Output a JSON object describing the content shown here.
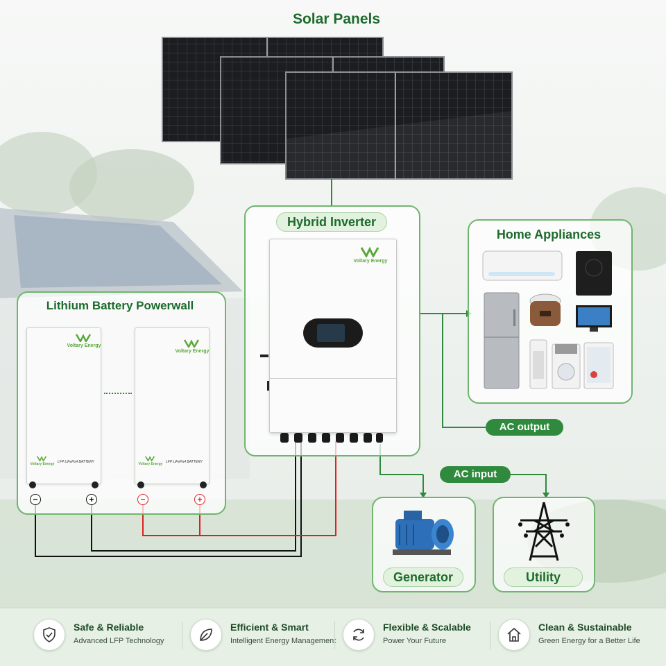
{
  "solar": {
    "title": "Solar Panels"
  },
  "inverter": {
    "title": "Hybrid Inverter",
    "brand": "Voltary Energy"
  },
  "battery": {
    "title": "Lithium Battery Powerwall",
    "brand": "Voltary Energy",
    "label": "LFP LiFePo4 BATTERY",
    "terminals": [
      "−",
      "+",
      "−",
      "+"
    ]
  },
  "appliances": {
    "title": "Home Appliances"
  },
  "ac_output": {
    "label": "AC output"
  },
  "ac_input": {
    "label": "AC input"
  },
  "generator": {
    "label": "Generator"
  },
  "utility": {
    "label": "Utility"
  },
  "features": [
    {
      "title": "Safe & Reliable",
      "subtitle": "Advanced LFP Technology",
      "icon": "shield-check-icon"
    },
    {
      "title": "Efficient & Smart",
      "subtitle": "Intelligent Energy Management",
      "icon": "leaf-icon"
    },
    {
      "title": "Flexible & Scalable",
      "subtitle": "Power Your Future",
      "icon": "refresh-icon"
    },
    {
      "title": "Clean & Sustainable",
      "subtitle": "Green Energy for a Better Life",
      "icon": "house-icon"
    }
  ],
  "colors": {
    "accent_green": "#2f8a3d",
    "title_green": "#1d6b2c",
    "negative_wire": "#111111",
    "positive_wire": "#e02020"
  }
}
